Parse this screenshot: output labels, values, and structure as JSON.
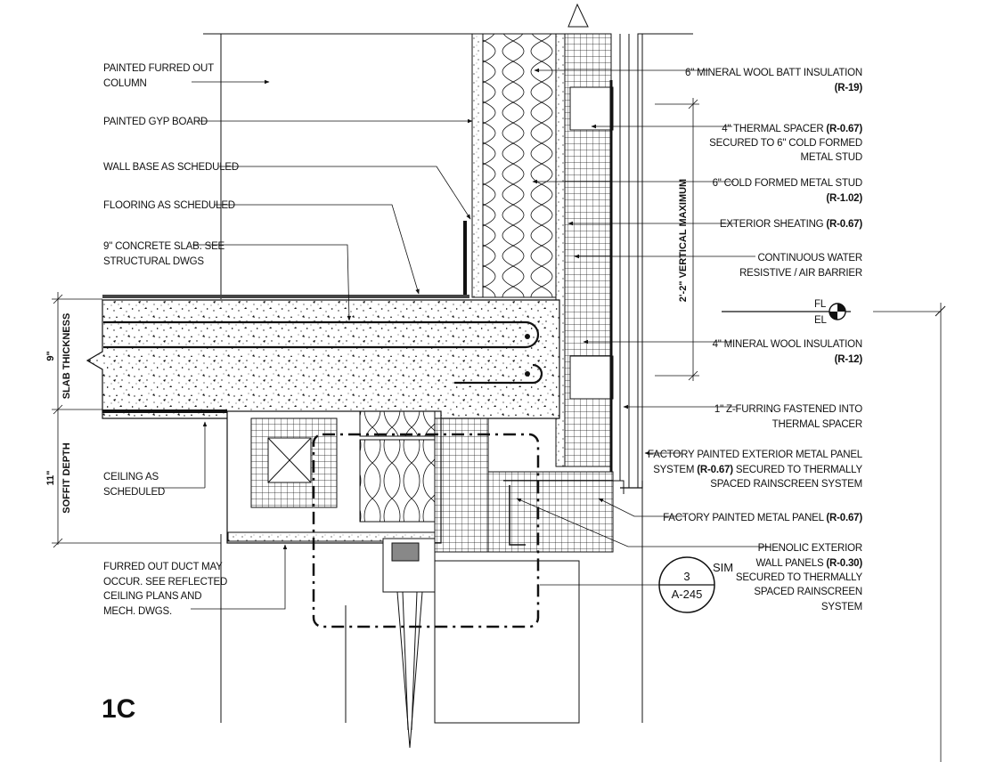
{
  "detail_id": "1C",
  "labels_left": {
    "furred_column": [
      "PAINTED FURRED OUT",
      "COLUMN"
    ],
    "gyp_board": [
      "PAINTED GYP BOARD"
    ],
    "wall_base": [
      "WALL BASE AS SCHEDULED"
    ],
    "flooring": [
      "FLOORING AS SCHEDULED"
    ],
    "slab": [
      "9\" CONCRETE SLAB. SEE",
      "STRUCTURAL DWGS"
    ],
    "ceiling": [
      "CEILING AS",
      "SCHEDULED"
    ],
    "duct": [
      "FURRED OUT DUCT MAY",
      "OCCUR. SEE REFLECTED",
      "CEILING PLANS AND",
      "MECH. DWGS."
    ]
  },
  "labels_right": {
    "batt": {
      "line1": "6\" MINERAL WOOL BATT INSULATION",
      "line2": "(R-19)"
    },
    "spacer": {
      "line1a": "4\" THERMAL SPACER ",
      "line1b": "(R-0.67)",
      "line2": "SECURED TO 6\" COLD FORMED",
      "line3": "METAL STUD"
    },
    "stud": {
      "line1": "6\" COLD FORMED METAL STUD",
      "line2": "(R-1.02)"
    },
    "sheathing": {
      "line1a": "EXTERIOR SHEATING ",
      "line1b": "(R-0.67)"
    },
    "barrier": {
      "line1": "CONTINUOUS WATER",
      "line2": "RESISTIVE / AIR BARRIER"
    },
    "wool4": {
      "line1": "4\" MINERAL WOOL INSULATION",
      "line2": "(R-12)"
    },
    "zfurring": {
      "line1": "1\" Z-FURRING FASTENED INTO",
      "line2": "THERMAL SPACER"
    },
    "panel_system": {
      "line1": "FACTORY PAINTED EXTERIOR METAL PANEL",
      "line2a": "SYSTEM ",
      "line2b": "(R-0.67)",
      "line2c": " SECURED TO THERMALLY",
      "line3": "SPACED RAINSCREEN SYSTEM"
    },
    "metal_panel": {
      "line1a": "FACTORY PAINTED METAL PANEL ",
      "line1b": "(R-0.67)"
    },
    "phenolic": {
      "line1": "PHENOLIC EXTERIOR",
      "line2a": "WALL PANELS ",
      "line2b": "(R-0.30)",
      "line3": "SECURED TO  THERMALLY",
      "line4": "SPACED RAINSCREEN",
      "line5": "SYSTEM"
    }
  },
  "dimensions": {
    "slab_value": "9\"",
    "slab_label": "SLAB THICKNESS",
    "soffit_value": "11\"",
    "soffit_label": "SOFFIT DEPTH",
    "vertical": "2'-2\" VERTICAL MAXIMUM"
  },
  "elevation_marker": {
    "top": "FL",
    "bottom": "EL"
  },
  "section_callout": {
    "number": "3",
    "sheet": "A-245",
    "note": "SIM"
  }
}
